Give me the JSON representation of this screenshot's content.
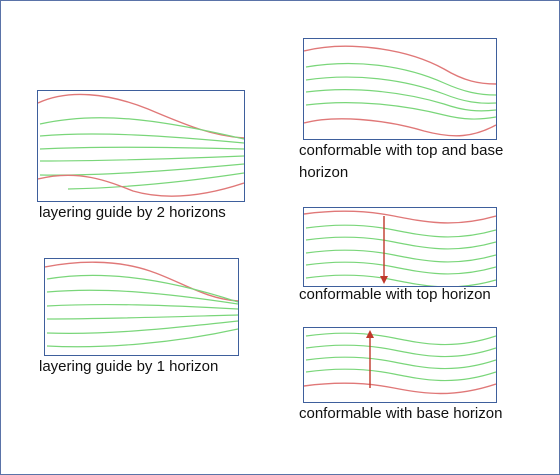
{
  "diagrams": {
    "guide_two": {
      "caption": "layering guide by 2 horizons"
    },
    "guide_one": {
      "caption": "layering guide by 1 horizon"
    },
    "conf_top_base": {
      "caption_line1": "conformable with top and base",
      "caption_line2": "horizon"
    },
    "conf_top": {
      "caption": "conformable with top horizon"
    },
    "conf_base": {
      "caption": "conformable with base horizon"
    }
  },
  "colors": {
    "horizon": "#e07878",
    "layer": "#7ad67a",
    "arrow": "#c0392b",
    "panel_border": "#3e5f9c"
  }
}
